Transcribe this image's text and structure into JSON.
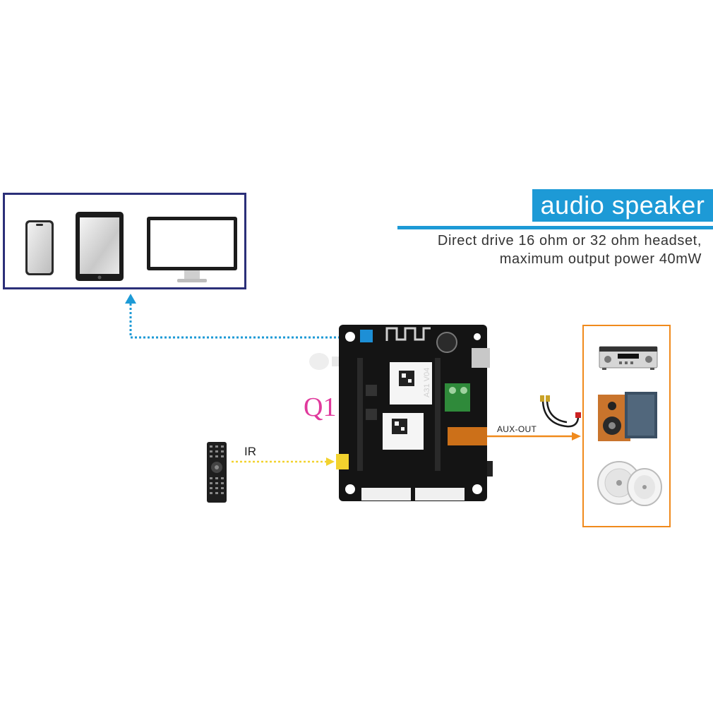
{
  "title": "audio speaker",
  "description": {
    "line1": "Direct drive 16 ohm or 32 ohm headset,",
    "line2": "maximum output power 40mW"
  },
  "board_label": "Q1",
  "ir_label": "IR",
  "aux_label": "AUX-OUT",
  "board_silkscreen": "A31 V04",
  "colors": {
    "title_bg": "#1d9ad6",
    "devices_border": "#2b2f78",
    "speaker_border": "#f08a1c",
    "wifi_link": "#1d9ad6",
    "ir_link": "#f2d22e",
    "aux_link": "#f08a1c",
    "q1_label": "#e0399c"
  },
  "icons": {
    "devices": [
      "smartphone-icon",
      "tablet-icon",
      "monitor-icon"
    ],
    "speakers": [
      "amplifier-icon",
      "bookshelf-speaker-icon",
      "ceiling-speaker-icon"
    ],
    "remote": "ir-remote-icon",
    "cable": "rca-cable-icon"
  }
}
